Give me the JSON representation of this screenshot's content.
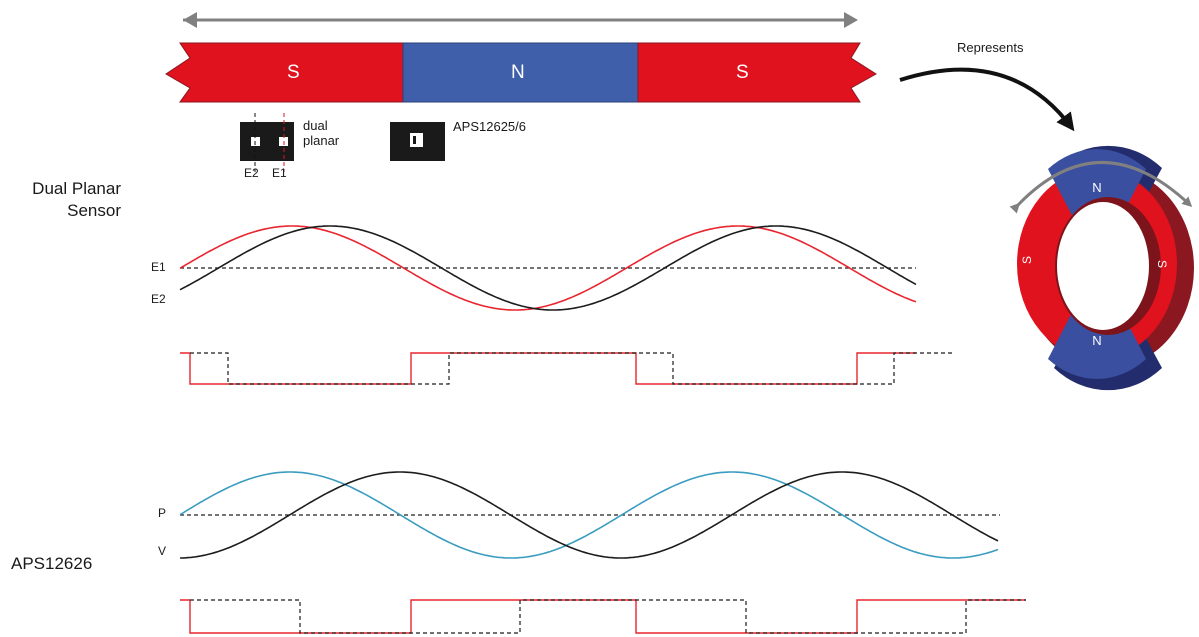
{
  "magnet_strip": {
    "poles": [
      "S",
      "N",
      "S"
    ],
    "colors": {
      "south": "#e0121d",
      "north": "#3f5fab",
      "outline": "#8a1620"
    }
  },
  "sensors": {
    "dual_planar": {
      "label_line1": "dual",
      "label_line2": "planar",
      "element_left": "E2",
      "element_right": "E1"
    },
    "single": {
      "label": "APS12625/6"
    }
  },
  "represents_label": "Represents",
  "ring_magnet": {
    "poles": [
      "N",
      "S",
      "N",
      "S"
    ]
  },
  "sections": {
    "dual_planar": {
      "title_line1": "Dual Planar",
      "title_line2": "Sensor",
      "trace_labels": [
        "E1",
        "E2"
      ]
    },
    "aps": {
      "title": "APS12626",
      "trace_labels": [
        "P",
        "V"
      ]
    }
  },
  "colors": {
    "red_trace": "#e8262f",
    "black_trace": "#1c1c1c",
    "blue_trace": "#3a9cc0",
    "arrow_gray": "#808080"
  }
}
